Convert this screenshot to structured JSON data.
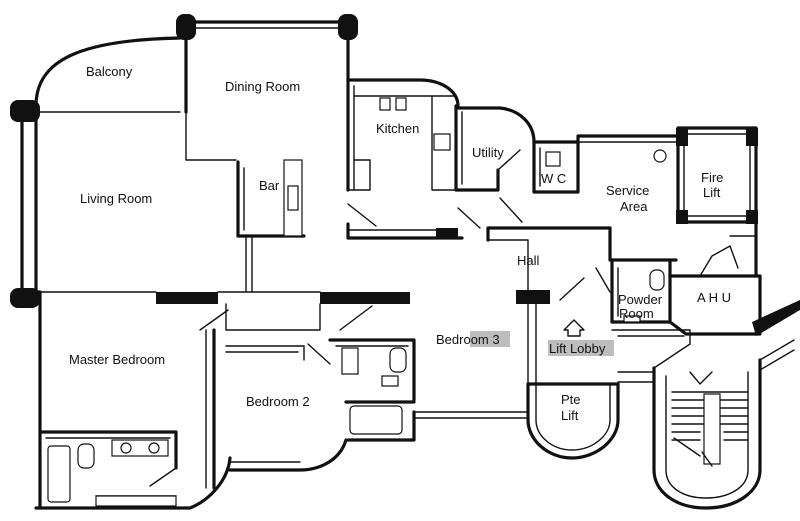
{
  "rooms": {
    "balcony": "Balcony",
    "dining_room": "Dining Room",
    "kitchen": "Kitchen",
    "utility": "Utility",
    "wc": "W C",
    "service_area_line1": "Service",
    "service_area_line2": "Area",
    "fire_lift_line1": "Fire",
    "fire_lift_line2": "Lift",
    "bar": "Bar",
    "living_room": "Living Room",
    "hall": "Hall",
    "ahu": "A H U",
    "powder_room_line1": "Powder",
    "powder_room_line2": "Room",
    "master_bedroom": "Master Bedroom",
    "bedroom_2": "Bedroom 2",
    "bedroom_3": "Bedroom 3",
    "lift_lobby": "Lift Lobby",
    "pte_lift_line1": "Pte",
    "pte_lift_line2": "Lift"
  }
}
